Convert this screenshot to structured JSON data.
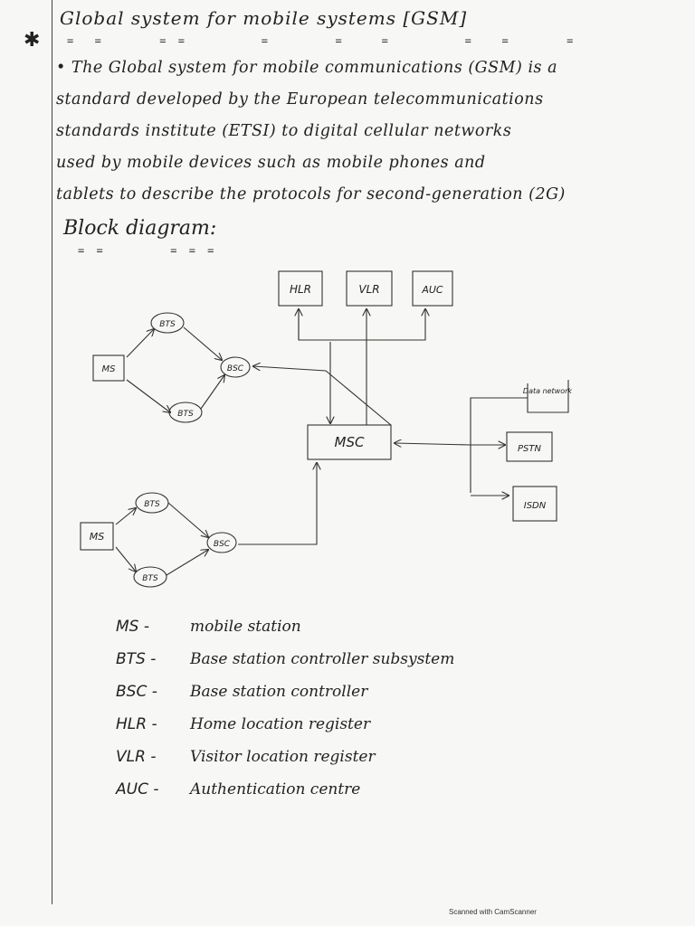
{
  "title": "Global system for mobile systems [GSM]",
  "bullet_marker": "•",
  "paragraph": [
    "The Global system for mobile communications (GSM) is a",
    "standard developed by the European telecommunications",
    "standards institute (ETSI) to digital cellular networks",
    "used by mobile devices such as mobile phones and",
    "tablets to describe the protocols for second-generation (2G)"
  ],
  "heading": "Block diagram:",
  "diagram": {
    "top_boxes": [
      "HLR",
      "VLR",
      "AUC"
    ],
    "center_box": "MSC",
    "right_boxes": [
      "Data network",
      "PSTN",
      "ISDN"
    ],
    "cluster_top": {
      "ms": "MS",
      "bts_top": "BTS",
      "bts_bottom": "BTS",
      "bsc": "BSC"
    },
    "cluster_bottom": {
      "ms": "MS",
      "bts_top": "BTS",
      "bts_bottom": "BTS",
      "bsc": "BSC"
    }
  },
  "legend": [
    {
      "abbr": "MS -",
      "desc": "mobile station"
    },
    {
      "abbr": "BTS -",
      "desc": "Base station controller subsystem"
    },
    {
      "abbr": "BSC -",
      "desc": "Base station controller"
    },
    {
      "abbr": "HLR -",
      "desc": "Home location register"
    },
    {
      "abbr": "VLR -",
      "desc": "Visitor location register"
    },
    {
      "abbr": "AUC -",
      "desc": "Authentication centre"
    }
  ],
  "footer": "Scanned with CamScanner"
}
